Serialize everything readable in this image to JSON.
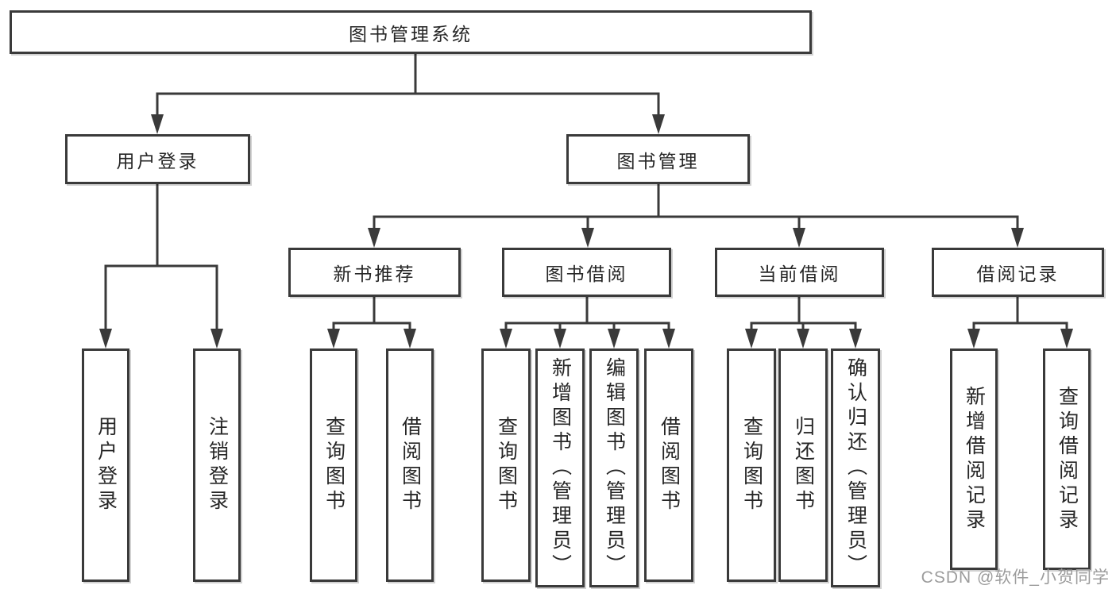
{
  "diagram": {
    "type": "tree",
    "root": "图书管理系统",
    "branches": [
      {
        "label": "用户登录",
        "children": [
          "用户登录",
          "注销登录"
        ]
      },
      {
        "label": "图书管理",
        "sections": [
          {
            "label": "新书推荐",
            "children": [
              "查询图书",
              "借阅图书"
            ]
          },
          {
            "label": "图书借阅",
            "children": [
              "查询图书",
              "新增图书（管理员）",
              "编辑图书（管理员）",
              "借阅图书"
            ]
          },
          {
            "label": "当前借阅",
            "children": [
              "查询图书",
              "归还图书",
              "确认归还（管理员）"
            ]
          },
          {
            "label": "借阅记录",
            "children": [
              "新增借阅记录",
              "查询借阅记录"
            ]
          }
        ]
      }
    ]
  },
  "colors": {
    "background": "#ffffff",
    "box_fill": "#ffffff",
    "line": "#3a3a3a",
    "text": "#262626",
    "watermark": "#9c9c9c"
  },
  "watermark": {
    "text": "CSDN @软件_小贺同学"
  }
}
